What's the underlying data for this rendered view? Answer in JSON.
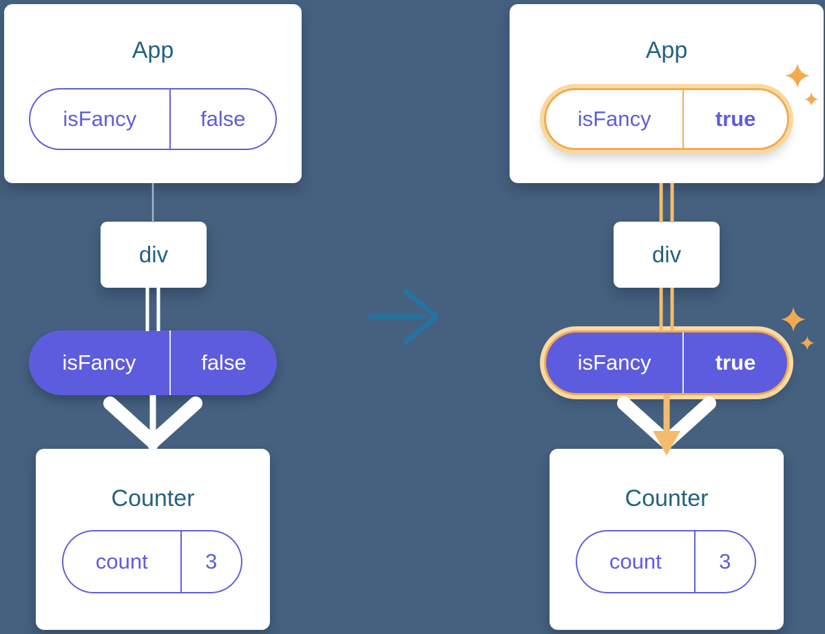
{
  "colors": {
    "bg": "#45617F",
    "card": "#FFFFFF",
    "title": "#23617F",
    "purple": "#5E5ED8",
    "purpleFill": "#5D5CDE",
    "orange": "#F3AA4E",
    "orangeLine": "#F4BC6A",
    "orangeGlow": "#F9D9A3",
    "thinLine": "#9FB6CB",
    "white": "#FFFFFF",
    "midArrow": "#2573A5"
  },
  "left": {
    "app_title": "App",
    "app_pill": {
      "key": "isFancy",
      "value": "false"
    },
    "div_label": "div",
    "state_pill": {
      "key": "isFancy",
      "value": "false"
    },
    "counter_title": "Counter",
    "counter_pill": {
      "key": "count",
      "value": "3"
    }
  },
  "right": {
    "app_title": "App",
    "app_pill": {
      "key": "isFancy",
      "value": "true"
    },
    "div_label": "div",
    "state_pill": {
      "key": "isFancy",
      "value": "true"
    },
    "counter_title": "Counter",
    "counter_pill": {
      "key": "count",
      "value": "3"
    }
  }
}
